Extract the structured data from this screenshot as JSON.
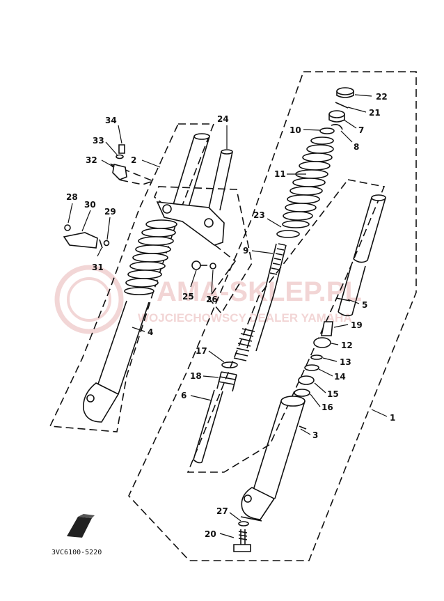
{
  "diagram": {
    "part_code": "3VC6100-5220",
    "watermark": {
      "brand": "AMA-SKLEP.PL",
      "tagline": "WOJCIECHOWSCY DEALER YAMAHA"
    },
    "callouts": [
      {
        "id": "c22",
        "number": "22"
      },
      {
        "id": "c21",
        "number": "21"
      },
      {
        "id": "c7",
        "number": "7"
      },
      {
        "id": "c10",
        "number": "10"
      },
      {
        "id": "c8",
        "number": "8"
      },
      {
        "id": "c24",
        "number": "24"
      },
      {
        "id": "c34",
        "number": "34"
      },
      {
        "id": "c33",
        "number": "33"
      },
      {
        "id": "c2",
        "number": "2"
      },
      {
        "id": "c32",
        "number": "32"
      },
      {
        "id": "c11",
        "number": "11"
      },
      {
        "id": "c28",
        "number": "28"
      },
      {
        "id": "c30",
        "number": "30"
      },
      {
        "id": "c29",
        "number": "29"
      },
      {
        "id": "c23",
        "number": "23"
      },
      {
        "id": "c31",
        "number": "31"
      },
      {
        "id": "c9",
        "number": "9"
      },
      {
        "id": "c25",
        "number": "25"
      },
      {
        "id": "c26",
        "number": "26"
      },
      {
        "id": "c5",
        "number": "5"
      },
      {
        "id": "c4",
        "number": "4"
      },
      {
        "id": "c19",
        "number": "19"
      },
      {
        "id": "c12",
        "number": "12"
      },
      {
        "id": "c17",
        "number": "17"
      },
      {
        "id": "c13",
        "number": "13"
      },
      {
        "id": "c18",
        "number": "18"
      },
      {
        "id": "c14",
        "number": "14"
      },
      {
        "id": "c15",
        "number": "15"
      },
      {
        "id": "c6",
        "number": "6"
      },
      {
        "id": "c16",
        "number": "16"
      },
      {
        "id": "c1",
        "number": "1"
      },
      {
        "id": "c3",
        "number": "3"
      },
      {
        "id": "c27",
        "number": "27"
      },
      {
        "id": "c20",
        "number": "20"
      }
    ]
  }
}
